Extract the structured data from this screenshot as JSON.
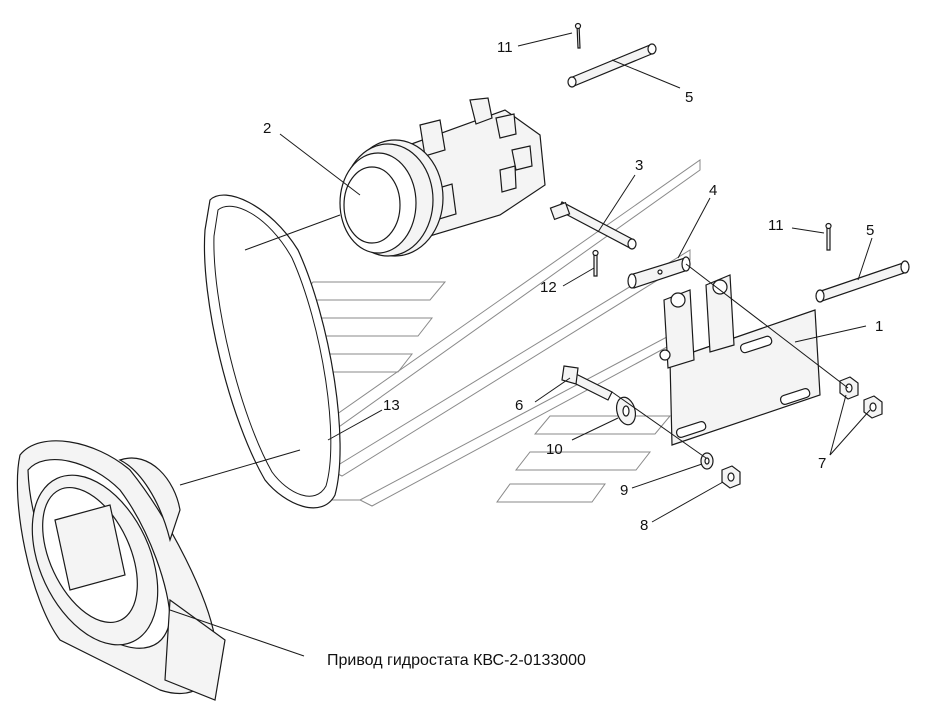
{
  "caption": "Привод гидростата КВС-2-0133000",
  "callouts": {
    "c1": "1",
    "c2": "2",
    "c3": "3",
    "c4": "4",
    "c5a": "5",
    "c5b": "5",
    "c6": "6",
    "c7": "7",
    "c8": "8",
    "c9": "9",
    "c10": "10",
    "c11a": "11",
    "c11b": "11",
    "c12": "12",
    "c13": "13"
  }
}
